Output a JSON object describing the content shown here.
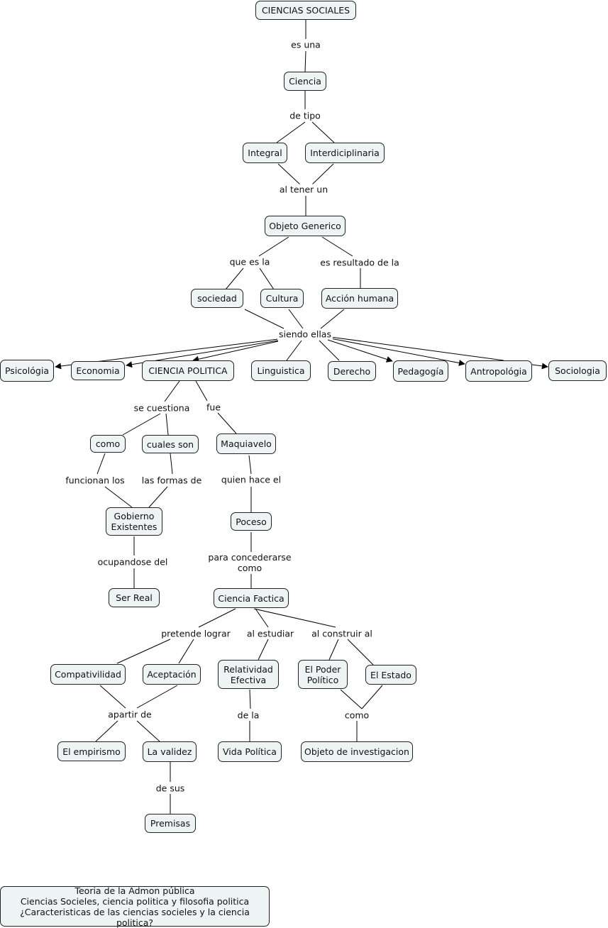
{
  "nodes": {
    "ciencias_sociales": "CIENCIAS SOCIALES",
    "ciencia": "Ciencia",
    "integral": "Integral",
    "interdiciplinaria": "Interdiciplinaria",
    "objeto_generico": "Objeto Generico",
    "sociedad": "sociedad",
    "cultura": "Cultura",
    "accion_humana": "Acción humana",
    "psicologia": "Psicológia",
    "economia": "Economia",
    "ciencia_politica": "CIENCIA POLITICA",
    "linguistica": "Linguistica",
    "derecho": "Derecho",
    "pedagogia": "Pedagogía",
    "antropologia": "Antropológia",
    "sociologia": "Sociologia",
    "como": "como",
    "cuales_son": "cuales son",
    "maquiavelo": "Maquiavelo",
    "gobierno_existentes": "Gobierno\nExistentes",
    "poceso": "Poceso",
    "ser_real": "Ser Real",
    "ciencia_factica": "Ciencia Factica",
    "compatibilidad": "Compativilidad",
    "aceptacion": "Aceptación",
    "relatividad_efectiva": "Relatividad\nEfectiva",
    "el_poder_politico": "El Poder\nPolítico",
    "el_estado": "El Estado",
    "el_empirismo": "El empirismo",
    "la_validez": "La validez",
    "vida_politica": "Vida Política",
    "objeto_investigacion": "Objeto de investigacion",
    "premisas": "Premisas"
  },
  "linking_phrases": {
    "es_una": "es una",
    "de_tipo": "de tipo",
    "al_tener_un": "al tener un",
    "que_es_la": "que es  la",
    "es_resultado_de_la": "es resultado de la",
    "siendo_ellas": "siendo ellas",
    "se_cuestiona": "se cuestiona",
    "fue": "fue",
    "funcionan_los": "funcionan los",
    "las_formas_de": "las formas de",
    "quien_hace_el": "quien hace el",
    "ocupandose_del": "ocupandose del",
    "para_concederarse_como": "para concederarse\ncomo",
    "pretende_lograr": "pretende lograr",
    "al_estudiar": "al estudiar",
    "al_construir_al": "al construir al",
    "apartir_de": "apartir de",
    "de_la": "de la",
    "como2": "como",
    "de_sus": "de sus"
  },
  "footer": {
    "line1": "Teoria de la Admon pública",
    "line2": "Ciencias Socieles, ciencia politica y filosofia politica",
    "line3": "¿Caracteristicas de las ciencias socieles y la ciencia politica?"
  }
}
